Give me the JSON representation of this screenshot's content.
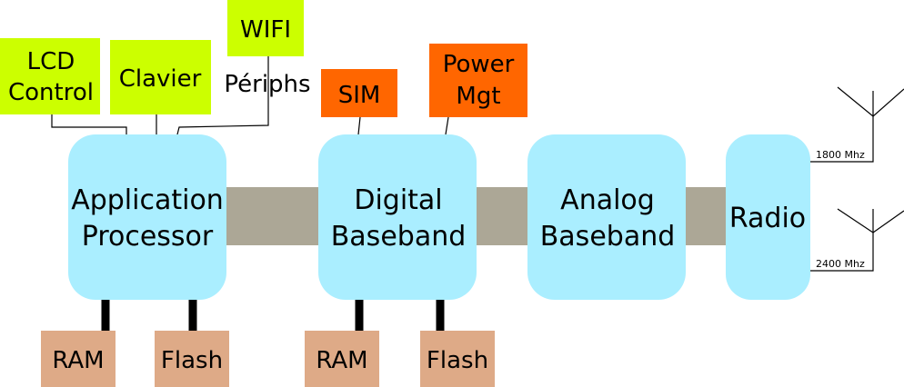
{
  "colors": {
    "peripheral": "#ccff00",
    "orange": "#ff6600",
    "processor": "#aaeeff",
    "memory": "#deaa87",
    "bus": "#aca796",
    "line": "#000000"
  },
  "peripherals": {
    "lcd_line1": "LCD",
    "lcd_line2": "Control",
    "clavier": "Clavier",
    "wifi": "WIFI",
    "periphs": "Périphs",
    "sim": "SIM",
    "power_line1": "Power",
    "power_line2": "Mgt"
  },
  "blocks": {
    "app_line1": "Application",
    "app_line2": "Processor",
    "digital_line1": "Digital",
    "digital_line2": "Baseband",
    "analog_line1": "Analog",
    "analog_line2": "Baseband",
    "radio": "Radio"
  },
  "memory": {
    "ram_1": "RAM",
    "flash_1": "Flash",
    "ram_2": "RAM",
    "flash_2": "Flash"
  },
  "antennas": {
    "top_freq": "1800 Mhz",
    "bottom_freq": "2400 Mhz"
  }
}
